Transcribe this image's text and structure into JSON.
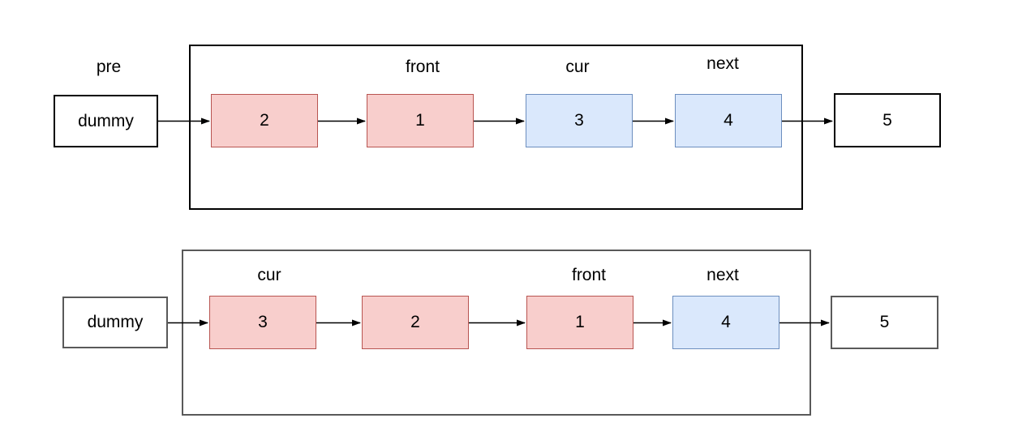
{
  "title": "reverse-sublist-linked-list-diagram",
  "colors": {
    "red_node_fill": "#f8cecc",
    "red_node_stroke": "#b85450",
    "blue_node_fill": "#dae8fc",
    "blue_node_stroke": "#6c8ebf",
    "plain_stroke_top": "#000000",
    "plain_stroke_bottom": "#595959",
    "arrow": "#000000",
    "background": "#ffffff"
  },
  "diagram_top": {
    "pre_label": "pre",
    "dummy_label": "dummy",
    "nodes": [
      {
        "value": "2",
        "color": "red"
      },
      {
        "value": "1",
        "color": "red",
        "pointer": "front"
      },
      {
        "value": "3",
        "color": "blue",
        "pointer": "cur"
      },
      {
        "value": "4",
        "color": "blue",
        "pointer": "next"
      }
    ],
    "tail_label": "5"
  },
  "diagram_bottom": {
    "dummy_label": "dummy",
    "nodes": [
      {
        "value": "3",
        "color": "red",
        "pointer": "cur"
      },
      {
        "value": "2",
        "color": "red"
      },
      {
        "value": "1",
        "color": "red",
        "pointer": "front"
      },
      {
        "value": "4",
        "color": "blue",
        "pointer": "next"
      }
    ],
    "tail_label": "5"
  }
}
